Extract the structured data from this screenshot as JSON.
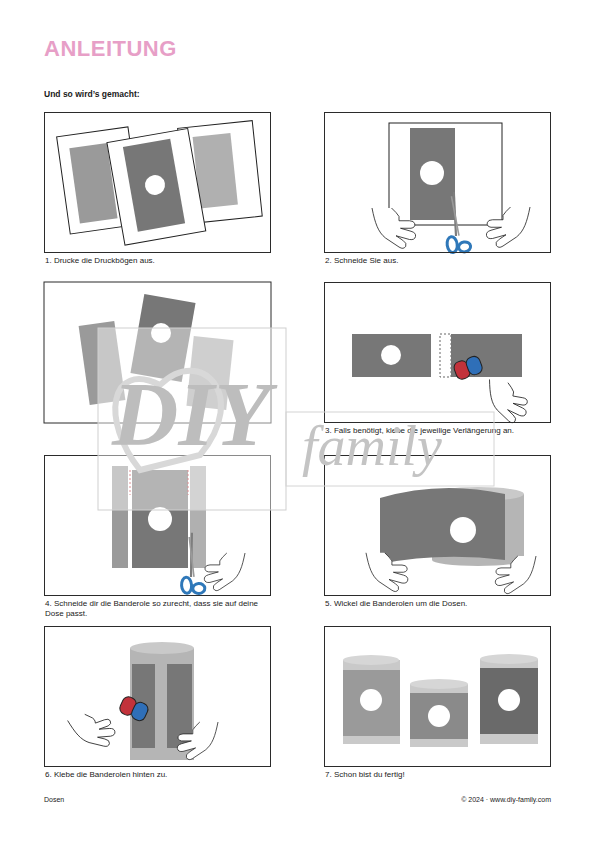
{
  "diagram": {
    "title": "ANLEITUNG",
    "nodes": [
      {
        "text": [
          "1. Drucke die Druckbögen aus."
        ]
      },
      {
        "text": [
          "2. Schneide Sie aus."
        ]
      },
      {
        "text": [
          "3. Falls benötigt, klebe die jeweilige Verlängerung an."
        ]
      },
      {
        "text": [
          "4. Schneide dir die Banderole so zurecht, dass sie auf deine Dose passt."
        ]
      },
      {
        "text": [
          "5. Wickel die Banderolen um die Dosen."
        ]
      },
      {
        "text": [
          "6. Klebe die Banderolen hinten zu."
        ]
      },
      {
        "text": [
          "7. Schon bist du fertig!"
        ]
      }
    ],
    "labels": [
      "Und so wird’s gemacht:",
      "Dosen",
      "© 2024 · www.diy-family.com",
      "DIY",
      "family"
    ]
  }
}
